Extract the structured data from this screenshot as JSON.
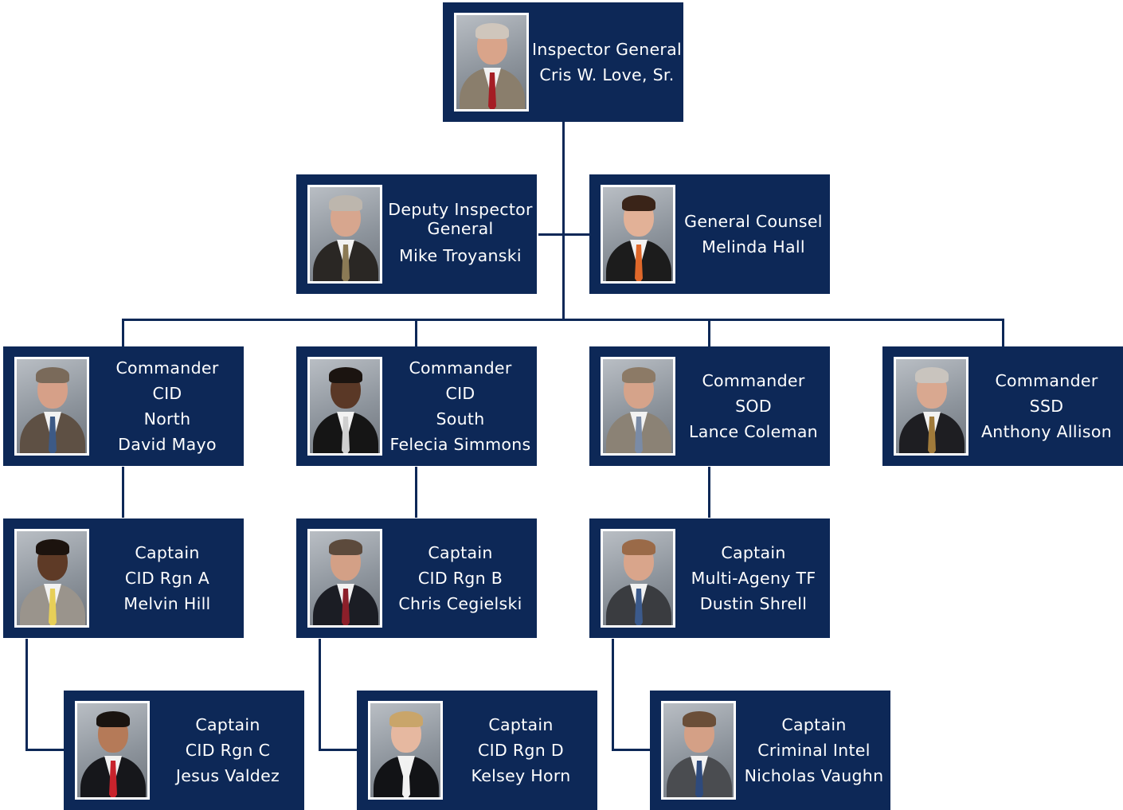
{
  "colors": {
    "box": "#0d2857",
    "line": "#0d2857",
    "photo_border": "#ffffff",
    "text": "#ffffff"
  },
  "nodes": {
    "inspector_general": {
      "lines": [
        "Inspector General",
        "Cris W. Love, Sr."
      ],
      "photo": {
        "suit": "#8a7e6c",
        "tie": "#a51d24",
        "skin": "#d9a48a",
        "hair": "#cfc6bc"
      }
    },
    "deputy_inspector_general": {
      "lines": [
        "Deputy Inspector General",
        "Mike Troyanski"
      ],
      "photo": {
        "suit": "#2a2724",
        "tie": "#8b7a55",
        "skin": "#d7a68e",
        "hair": "#bdb6ad"
      }
    },
    "general_counsel": {
      "lines": [
        "General Counsel",
        "Melinda Hall"
      ],
      "photo": {
        "suit": "#1c1c1c",
        "tie": "#e0682a",
        "skin": "#e2b197",
        "hair": "#3a2418"
      }
    },
    "commander_cid_north": {
      "lines": [
        "Commander",
        "CID",
        "North",
        "David Mayo"
      ],
      "photo": {
        "suit": "#5e5044",
        "tie": "#3d5a86",
        "skin": "#d6a088",
        "hair": "#7a6a5a"
      }
    },
    "commander_cid_south": {
      "lines": [
        "Commander",
        "CID",
        "South",
        "Felecia Simmons"
      ],
      "photo": {
        "suit": "#151515",
        "tie": "#cfcfcf",
        "skin": "#5a3826",
        "hair": "#1b1410"
      }
    },
    "commander_sod": {
      "lines": [
        "Commander",
        "SOD",
        "Lance Coleman"
      ],
      "photo": {
        "suit": "#8b8275",
        "tie": "#7a8ba6",
        "skin": "#d5a38a",
        "hair": "#8c7a66"
      }
    },
    "commander_ssd": {
      "lines": [
        "Commander",
        "SSD",
        "Anthony Allison"
      ],
      "photo": {
        "suit": "#1e1e22",
        "tie": "#a07a3a",
        "skin": "#d9a890",
        "hair": "#c9c4be"
      }
    },
    "captain_cid_rgn_a": {
      "lines": [
        "Captain",
        "CID Rgn A",
        "Melvin Hill"
      ],
      "photo": {
        "suit": "#9a948c",
        "tie": "#e7cf58",
        "skin": "#5e3a26",
        "hair": "#1c130e"
      }
    },
    "captain_cid_rgn_b": {
      "lines": [
        "Captain",
        "CID Rgn B",
        "Chris Cegielski"
      ],
      "photo": {
        "suit": "#1b1d24",
        "tie": "#8c1f2a",
        "skin": "#d3a086",
        "hair": "#5c4a3c"
      }
    },
    "captain_multi_agency_tf": {
      "lines": [
        "Captain",
        "Multi-Ageny TF",
        "Dustin Shrell"
      ],
      "photo": {
        "suit": "#3a3c40",
        "tie": "#3b5a8c",
        "skin": "#d9a58b",
        "hair": "#9a6a48"
      }
    },
    "captain_cid_rgn_c": {
      "lines": [
        "Captain",
        "CID Rgn C",
        "Jesus Valdez"
      ],
      "photo": {
        "suit": "#16171b",
        "tie": "#c8232c",
        "skin": "#b57a58",
        "hair": "#1a1410"
      }
    },
    "captain_cid_rgn_d": {
      "lines": [
        "Captain",
        "CID Rgn D",
        "Kelsey Horn"
      ],
      "photo": {
        "suit": "#121316",
        "tie": "#f1f1f1",
        "skin": "#e6b8a0",
        "hair": "#c9a56a"
      }
    },
    "captain_criminal_intel": {
      "lines": [
        "Captain",
        "Criminal Intel",
        "Nicholas Vaughn"
      ],
      "photo": {
        "suit": "#4a4c50",
        "tie": "#2e4a7c",
        "skin": "#d4a086",
        "hair": "#6a4e38"
      }
    }
  }
}
